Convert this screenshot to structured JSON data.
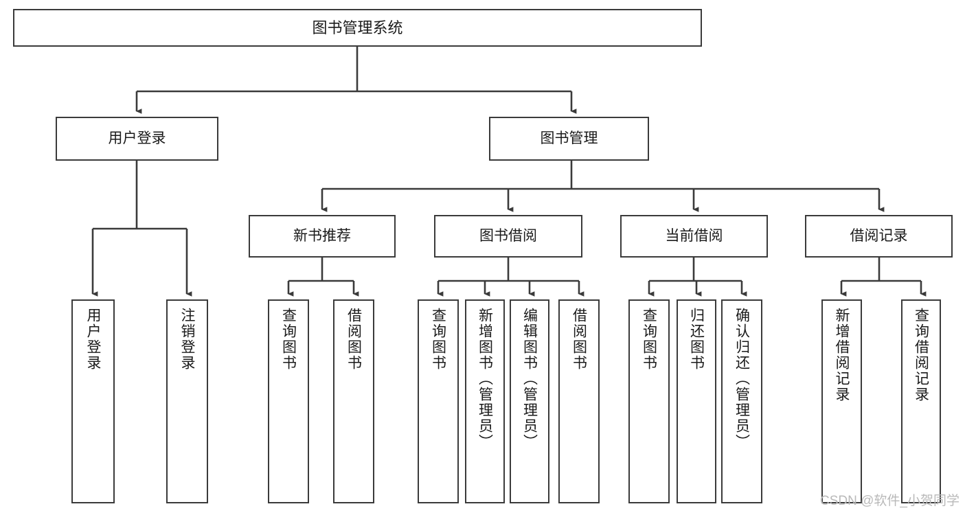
{
  "diagram": {
    "title": "图书管理系统",
    "type": "tree",
    "colors": {
      "box_border": "#3a3a3a",
      "box_fill": "#ffffff",
      "edge": "#3a3a3a",
      "text": "#1a1a1a",
      "watermark": "#b9b9b9",
      "background": "#ffffff"
    },
    "nodes": {
      "root": {
        "label": "图书管理系统"
      },
      "level1": [
        {
          "label": "用户登录"
        },
        {
          "label": "图书管理"
        }
      ],
      "level2": [
        {
          "label": "新书推荐"
        },
        {
          "label": "图书借阅"
        },
        {
          "label": "当前借阅"
        },
        {
          "label": "借阅记录"
        }
      ],
      "leaves_user_login": [
        {
          "label": "用户登录"
        },
        {
          "label": "注销登录"
        }
      ],
      "leaves_new_book": [
        {
          "label": "查询图书"
        },
        {
          "label": "借阅图书"
        }
      ],
      "leaves_borrow": [
        {
          "label": "查询图书"
        },
        {
          "label": "新增图书（管理员）"
        },
        {
          "label": "编辑图书（管理员）"
        },
        {
          "label": "借阅图书"
        }
      ],
      "leaves_current": [
        {
          "label": "查询图书"
        },
        {
          "label": "归还图书"
        },
        {
          "label": "确认归还（管理员）"
        }
      ],
      "leaves_records": [
        {
          "label": "新增借阅记录"
        },
        {
          "label": "查询借阅记录"
        }
      ]
    },
    "watermark": "CSDN @软件_小贺同学"
  }
}
